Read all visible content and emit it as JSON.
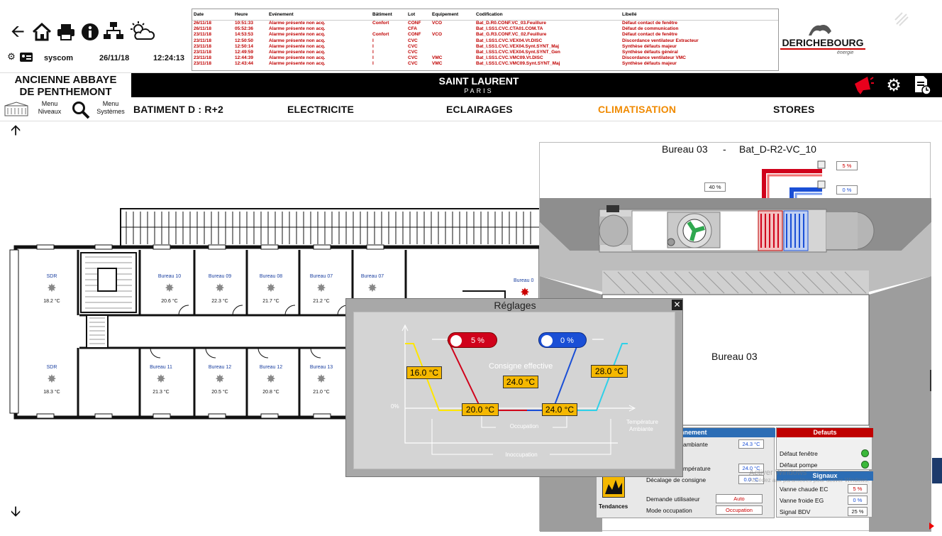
{
  "header": {
    "user": "syscom",
    "date": "26/11/18",
    "time": "12:24:13",
    "site_name_line1": "ANCIENNE ABBAYE",
    "site_name_line2": "DE PENTHEMONT",
    "brand_line1": "SAINT LAURENT",
    "brand_line2": "PARIS",
    "logo_text": "DERICHEBOURG",
    "logo_sub": "énergie"
  },
  "alarm_table": {
    "columns": [
      "Date",
      "Heure",
      "Evénement",
      "Bâtiment",
      "Lot",
      "Equipement",
      "Codification",
      "Libellé"
    ],
    "rows": [
      [
        "26/11/18",
        "10:51:33",
        "Alarme présente non acq.",
        "Confort",
        "CONF",
        "VCO",
        "Bat_D.R0.CONF.VC_03.Feuillure",
        "Défaut contact de fenêtre"
      ],
      [
        "26/11/18",
        "05:52:36",
        "Alarme présente non acq.",
        "",
        "CFA",
        "",
        "Bat_I.SS1.CVC.CTA01.COM.TA",
        "Défaut de communication"
      ],
      [
        "23/11/18",
        "14:53:53",
        "Alarme présente non acq.",
        "Confort",
        "CONF",
        "VCO",
        "Bat_G.R3.CONF.VC_02.Feuillure",
        "Défaut contact de fenêtre"
      ],
      [
        "23/11/18",
        "12:50:50",
        "Alarme présente non acq.",
        "I",
        "CVC",
        "",
        "Bat_I.SS1.CVC.VEX04.Vt.DISC",
        "Discordance ventilateur Extracteur"
      ],
      [
        "23/11/18",
        "12:50:14",
        "Alarme présente non acq.",
        "I",
        "CVC",
        "",
        "Bat_I.SS1.CVC.VEX04.Synt.SYNT_Maj",
        "Synthèse défauts majeur"
      ],
      [
        "23/11/18",
        "12:49:59",
        "Alarme présente non acq.",
        "I",
        "CVC",
        "",
        "Bat_I.SS1.CVC.VEX04.Synt.SYNT_Gen",
        "Synthèse défauts général"
      ],
      [
        "23/11/18",
        "12:44:39",
        "Alarme présente non acq.",
        "I",
        "CVC",
        "VMC",
        "Bat_I.SS1.CVC.VMC09.Vt.DISC",
        "Discordance ventilateur VMC"
      ],
      [
        "23/11/18",
        "12:43:44",
        "Alarme présente non acq.",
        "I",
        "CVC",
        "VMC",
        "Bat_I.SS1.CVC.VMC09.Synt.SYNT_Maj",
        "Synthèse défauts majeur"
      ]
    ]
  },
  "menu": {
    "niveaux": "Menu Niveaux",
    "systemes": "Menu Systèmes"
  },
  "nav": {
    "building": "BATIMENT D : R+2",
    "tabs": [
      "ELECTRICITE",
      "ECLAIRAGES",
      "CLIMATISATION",
      "STORES"
    ],
    "active_tab": "CLIMATISATION",
    "active_color": "#f08a00"
  },
  "rooms": [
    {
      "label": "SDR",
      "temp": "18.2 °C"
    },
    {
      "label": "Bureau 10",
      "temp": "20.6 °C"
    },
    {
      "label": "Bureau 09",
      "temp": "22.3 °C"
    },
    {
      "label": "Bureau 08",
      "temp": "21.7 °C"
    },
    {
      "label": "Bureau 07",
      "temp": "21.2 °C"
    },
    {
      "label": "Bureau 07",
      "temp": ""
    },
    {
      "label": "Bureau 0",
      "temp": ""
    },
    {
      "label": "SDR",
      "temp": "18.3 °C"
    },
    {
      "label": "Bureau 11",
      "temp": "21.3 °C"
    },
    {
      "label": "Bureau 12",
      "temp": "20.5 °C"
    },
    {
      "label": "Bureau 12",
      "temp": "20.8 °C"
    },
    {
      "label": "Bureau 13",
      "temp": "21.0 °C"
    }
  ],
  "unit": {
    "title_left": "Bureau 03",
    "title_sep": "-",
    "title_right": "Bat_D-R2-VC_10",
    "hot_valve": "5 %",
    "cold_valve": "0 %",
    "fan_speed": "40 %",
    "room_name": "Bureau 03"
  },
  "panel_env": {
    "header": "nnement",
    "rows": [
      {
        "label": "ambiante",
        "value": "24.3 °C"
      },
      {
        "label": "mpérature",
        "value": "24.0 °C"
      },
      {
        "label": "Décalage de consigne",
        "value": "0.0 °C"
      },
      {
        "label": "Demande utilisateur",
        "value": "Auto"
      },
      {
        "label": "Mode occupation",
        "value": "Occupation"
      }
    ],
    "tendances": "Tendances"
  },
  "panel_defauts": {
    "header": "Defauts",
    "rows": [
      {
        "label": "Défaut fenêtre",
        "status": "ok"
      },
      {
        "label": "Défaut pompe",
        "status": "ok"
      }
    ]
  },
  "panel_signaux": {
    "header": "Signaux",
    "rows": [
      {
        "label": "Vanne chaude EC",
        "value": "5 %"
      },
      {
        "label": "Vanne froide EG",
        "value": "0 %"
      },
      {
        "label": "Signal BDV",
        "value": "25 %"
      }
    ]
  },
  "watermark": {
    "line1": "Activer Windows",
    "line2": "Accédez aux paramètres pour activer Windows."
  },
  "dialog": {
    "title": "Réglages",
    "hot_pill": "5 %",
    "cold_pill": "0 %",
    "consigne_label": "Consigne effective",
    "consigne_value": "24.0 °C",
    "inocc_low": "16.0 °C",
    "inocc_high": "28.0 °C",
    "occ_low": "20.0 °C",
    "occ_high": "24.0 °C",
    "zero": "0%",
    "occupation": "Occupation",
    "inoccupation": "Inoccupation",
    "axis_label_1": "Température",
    "axis_label_2": "Ambiante"
  },
  "colors": {
    "hot": "#d0021b",
    "cold": "#1a4fd6",
    "alarm_red": "#c00000",
    "panel_blue": "#2c6db5",
    "ok_green": "#3ab83a",
    "yellow": "#f5b800"
  }
}
